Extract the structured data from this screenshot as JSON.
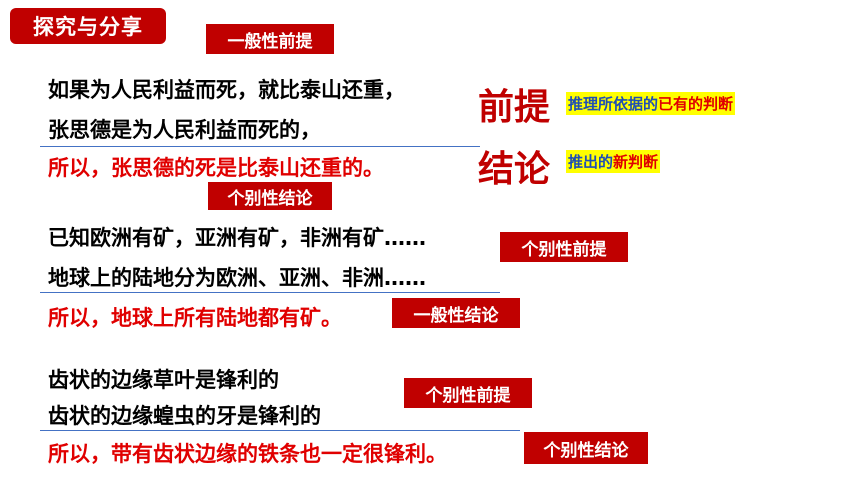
{
  "title": "探究与分享",
  "block1": {
    "tag_top": "一般性前提",
    "line1": "如果为人民利益而死，就比泰山还重，",
    "line2": "张思德是为人民利益而死的，",
    "conclusion": "所以，张思德的死是比泰山还重的。",
    "tag_bottom": "个别性结论",
    "premise_big": "前提",
    "premise_def_a": "推理所依据的",
    "premise_def_b": "已有的判断",
    "conclusion_big": "结论",
    "conclusion_def_a": "推出的",
    "conclusion_def_b": "新判断"
  },
  "block2": {
    "line1": "已知欧洲有矿，亚洲有矿，非洲有矿……",
    "tag_premise": "个别性前提",
    "line2": "地球上的陆地分为欧洲、亚洲、非洲……",
    "conclusion": "所以，地球上所有陆地都有矿。",
    "tag_conclusion": "一般性结论"
  },
  "block3": {
    "line1": "齿状的边缘草叶是锋利的",
    "tag_premise": "个别性前提",
    "line2": "齿状的边缘蝗虫的牙是锋利的",
    "conclusion": "所以，带有齿状边缘的铁条也一定很锋利。",
    "tag_conclusion": "个别性结论"
  },
  "colors": {
    "accent_red": "#c00000",
    "text_red": "#e00000",
    "rule_blue": "#4472c4",
    "highlight": "#ffff00"
  }
}
